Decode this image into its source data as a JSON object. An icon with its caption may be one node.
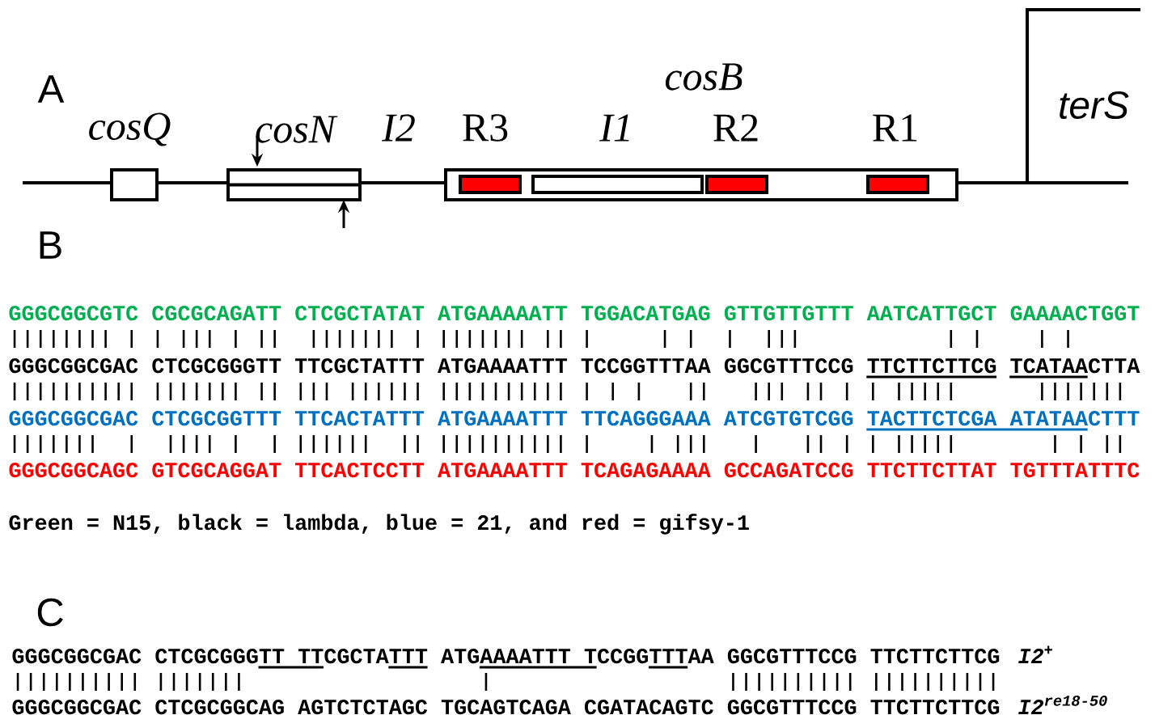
{
  "diagram": {
    "nodes": [
      {
        "text": [
          "cosQ"
        ]
      },
      {
        "text": [
          "cosN"
        ]
      },
      {
        "text": [
          "cosB"
        ]
      },
      {
        "text": [
          "R3"
        ],
        "in": 2
      },
      {
        "text": [
          "I1"
        ],
        "in": 2
      },
      {
        "text": [
          "R2"
        ],
        "in": 2
      },
      {
        "text": [
          "R1"
        ],
        "in": 2
      }
    ],
    "labels": [
      "A",
      "I2",
      "terS",
      "B",
      "GGGCGGCGTC CGCGCAGATT CTCGCTATAT ATGAAAAATT TGGACATGAG GTTGTTGTTT AATCATTGCT GAAAACTGGT",
      "GGGCGGCGAC CTCGCGGGTT TTCGCTATTT ATGAAAATTT TCCGGTTTAA GGCGTTTCCG TTCTTCTTCG TCATAACTTA",
      "GGGCGGCGAC CTCGCGGTTT TTCACTATTT ATGAAAATTT TTCAGGGAAA ATCGTGTCGG TACTTCTCGA ATATAACTTT",
      "GGGCGGCAGC GTCGCAGGAT TTCACTCCTT ATGAAAATTT TCAGAGAAAA GCCAGATCCG TTCTTCTTAT TGTTTATTTC",
      "Green = N15, black = lambda, blue = 21, and red = gifsy-1",
      "C",
      "GGGCGGCGAC CTCGCGGGTT TTCGCTATTT ATGAAAATTT TCCGGTTTAA GGCGTTTCCG TTCTTCTTCG",
      "I2$^{+}$",
      "GGGCGGCGAC CTCGCGGCAG AGTCTCTAGC TGCAGTCAGA CGATACAGTC GGCGTTTCCG TTCTTCTTCG",
      "I2$^{re18-50}$"
    ]
  }
}
